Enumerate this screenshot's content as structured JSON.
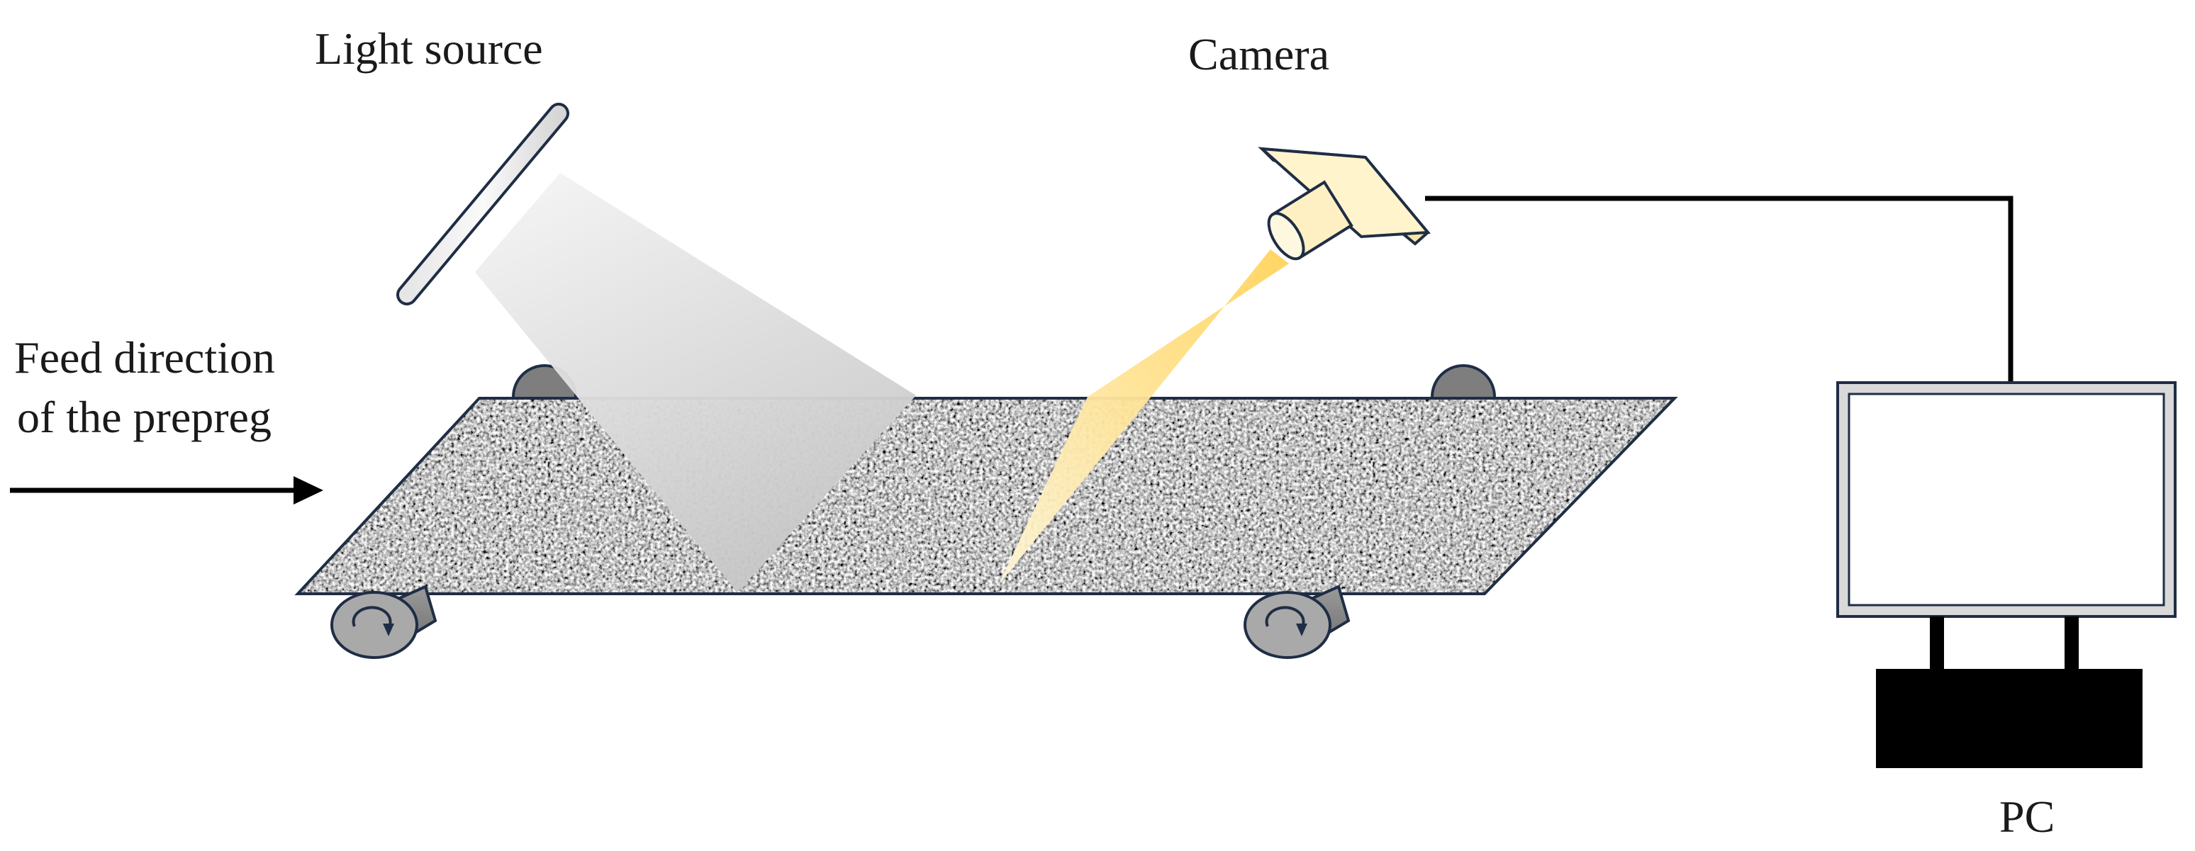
{
  "labels": {
    "light_source": "Light source",
    "camera": "Camera",
    "feed_line1": "Feed direction",
    "feed_line2": "of the prepreg",
    "pc": "PC"
  },
  "colors": {
    "outline": "#1f2d45",
    "roller_body": "#8a8a8a",
    "roller_face": "#a9a9a9",
    "light_beam": "#c8c8c8",
    "camera_body": "#fff0c4",
    "camera_beam": "#ffd35a",
    "monitor_frame": "#d9d9d9",
    "pc_box": "#000000",
    "cable": "#000000"
  },
  "icons": {
    "rollers": "rotation-arrow-icon",
    "feed": "arrow-right-icon"
  }
}
